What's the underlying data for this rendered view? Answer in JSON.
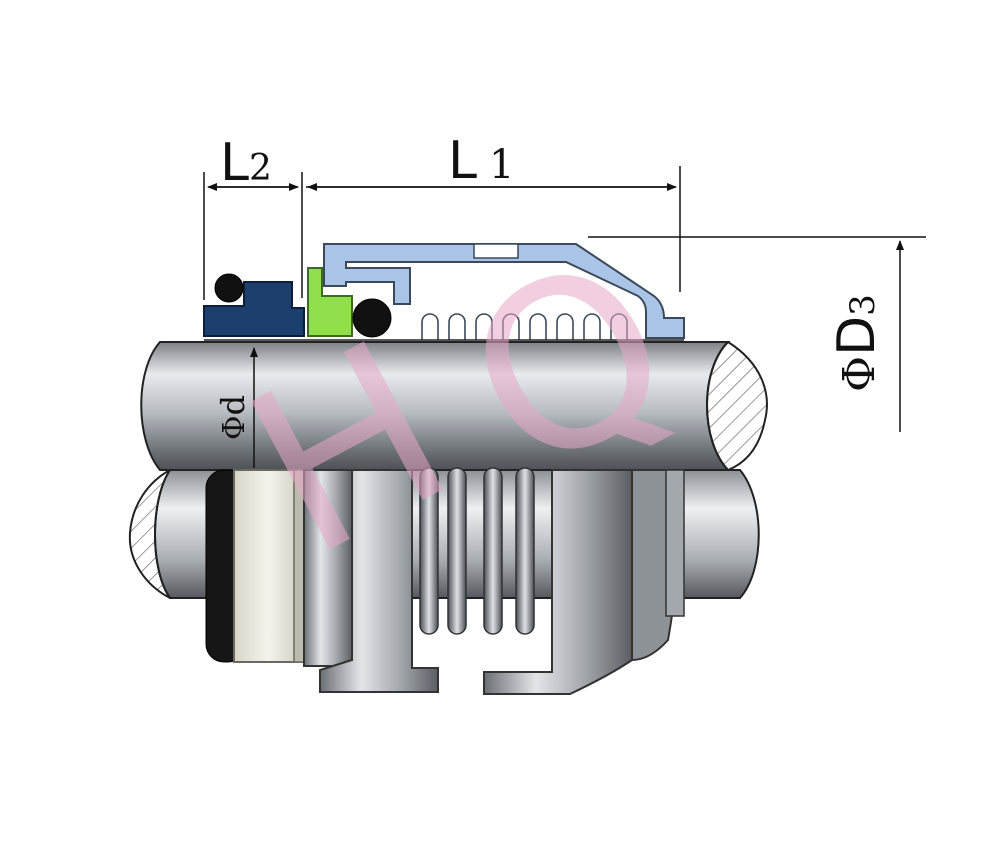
{
  "diagram": {
    "dimensions": {
      "L2": {
        "main": "L",
        "sub": "2"
      },
      "L1": {
        "main": "L",
        "sub": "1"
      },
      "D3": {
        "prefix": "Φ",
        "main": "D",
        "sub": "3"
      },
      "d": {
        "prefix": "Φ",
        "main": "d"
      }
    },
    "watermark": {
      "letters": [
        "H",
        "Q"
      ],
      "color": "#e8a8c8"
    },
    "colors": {
      "gland": "#a9c4e6",
      "gland_stroke": "#3a4a5a",
      "stationary_seat": "#1c3f6e",
      "rotating_face": "#8fe04a",
      "oring": "#111111",
      "shaft_light": "#e6e9ec",
      "shaft_dark": "#6b7075"
    }
  }
}
